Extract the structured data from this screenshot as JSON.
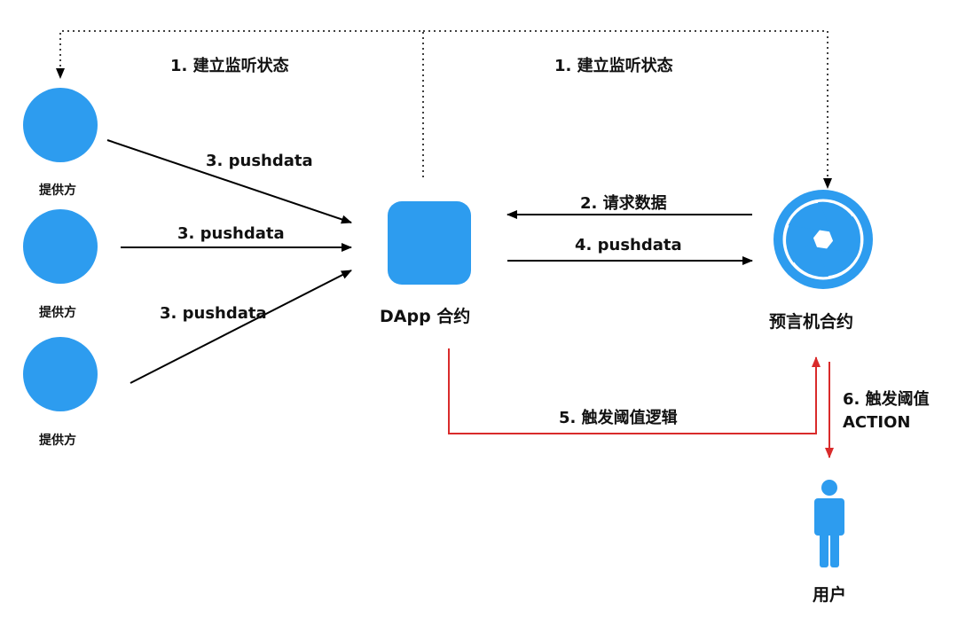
{
  "colors": {
    "node": "#2D9CEF",
    "arrow": "#000000",
    "trigger": "#D92B2B",
    "oracle_ring": "#2D9CEF"
  },
  "providers": [
    {
      "label": "提供方",
      "icon": "circle"
    },
    {
      "label": "提供方",
      "icon": "circle"
    },
    {
      "label": "提供方",
      "icon": "circle"
    }
  ],
  "dapp": {
    "label": "DApp 合约",
    "icon": "rounded-square"
  },
  "oracle": {
    "label": "预言机合约",
    "icon": "aperture-icon"
  },
  "user": {
    "label": "用户",
    "icon": "person-icon"
  },
  "edges": {
    "listen_left": "1. 建立监听状态",
    "listen_right": "1. 建立监听状态",
    "push_top": "3. pushdata",
    "push_mid": "3. pushdata",
    "push_bottom": "3. pushdata",
    "request": "2. 请求数据",
    "push_oracle": "4. pushdata",
    "trigger_logic": "5. 触发阈值逻辑",
    "trigger_action_line1": "6. 触发阈值",
    "trigger_action_line2": "ACTION"
  }
}
